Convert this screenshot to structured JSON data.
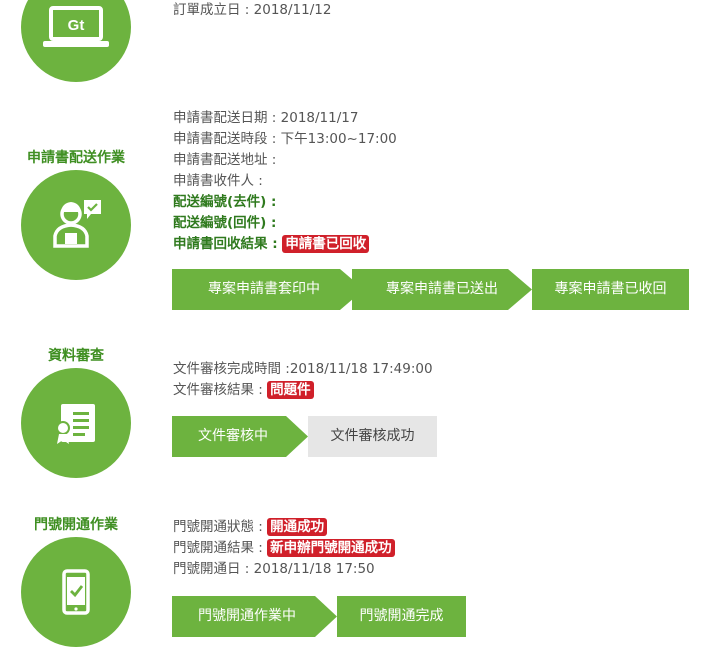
{
  "stages": {
    "order": {
      "icon": "laptop-gt-logo-icon",
      "logo_text": "Gt",
      "rows": [
        {
          "label": "訂單成立日",
          "value": "2018/11/12"
        }
      ]
    },
    "delivery": {
      "title": "申請書配送作業",
      "icon": "person-document-icon",
      "rows": [
        {
          "label": "申請書配送日期",
          "value": "2018/11/17"
        },
        {
          "label": "申請書配送時段",
          "value": "下午13:00~17:00"
        },
        {
          "label": "申請書配送地址",
          "value": ""
        },
        {
          "label": "申請書收件人",
          "value": ""
        }
      ],
      "highlight_rows": [
        {
          "label": "配送編號(去件)"
        },
        {
          "label": "配送編號(回件)"
        },
        {
          "label": "申請書回收結果",
          "badge": "申請書已回收"
        }
      ],
      "steps": [
        "專案申請書套印中",
        "專案申請書已送出",
        "專案申請書已收回"
      ]
    },
    "review": {
      "title": "資料審查",
      "icon": "certificate-document-icon",
      "rows": [
        {
          "label": "文件審核完成時間",
          "value": "2018/11/18 17:49:00"
        }
      ],
      "result": {
        "label": "文件審核結果",
        "badge": "問題件"
      },
      "steps": [
        "文件審核中",
        "文件審核成功"
      ]
    },
    "activation": {
      "title": "門號開通作業",
      "icon": "smartphone-check-icon",
      "status": {
        "label": "門號開通狀態",
        "badge": "開通成功"
      },
      "result": {
        "label": "門號開通結果",
        "badge": "新申辦門號開通成功"
      },
      "date": {
        "label": "門號開通日",
        "value": "2018/11/18 17:50"
      },
      "steps": [
        "門號開通作業中",
        "門號開通完成"
      ]
    }
  },
  "colors": {
    "primary_green": "#6db33f",
    "dark_green_text": "#2f7a1e",
    "badge_red": "#d0202a",
    "pending_grey": "#e6e6e6"
  }
}
